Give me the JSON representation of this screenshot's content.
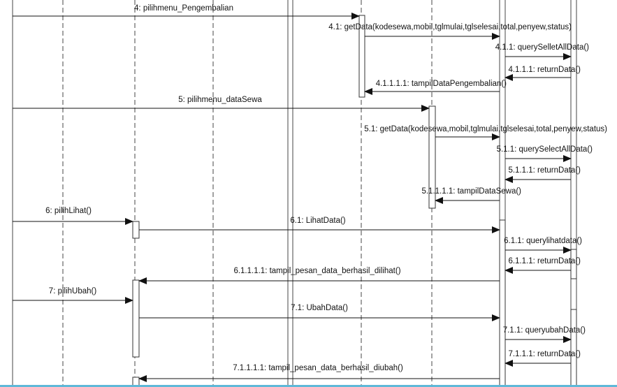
{
  "messages": [
    {
      "label": "4: pilihmenu_Pengembalian"
    },
    {
      "label": "4.1: getData(kodesewa,mobil,tglmulai,tglselesai,total,penyew,status)"
    },
    {
      "label": "4.1.1: querySelletAllData()"
    },
    {
      "label": "4.1.1.1: returnData()"
    },
    {
      "label": "4.1.1.1.1: tampilDataPengembalian()"
    },
    {
      "label": "5: pilihmenu_dataSewa"
    },
    {
      "label": "5.1: getData(kodesewa,mobil,tglmulai,tglselesai,total,penyew,status)"
    },
    {
      "label": "5.1.1: querySelectAllData()"
    },
    {
      "label": "5.1.1.1: returnData()"
    },
    {
      "label": "5.1.1.1.1: tampilDataSewa()"
    },
    {
      "label": "6: pilihLihat()"
    },
    {
      "label": "6.1: LihatData()"
    },
    {
      "label": "6.1.1: querylihatdata()"
    },
    {
      "label": "6.1.1.1: returnData()"
    },
    {
      "label": "6.1.1.1.1: tampil_pesan_data_berhasil_dilihat()"
    },
    {
      "label": "7: pilihUbah()"
    },
    {
      "label": "7.1: UbahData()"
    },
    {
      "label": "7.1.1: queryubahData()"
    },
    {
      "label": "7.1.1.1: returnData()"
    },
    {
      "label": "7.1.1.1.1: tampil_pesan_data_berhasil_diubah()"
    }
  ],
  "colors": {
    "line": "#111111",
    "lifeline": "#444444",
    "activation_fill": "#ffffff",
    "bottom_bar": "#5fb8d8"
  }
}
